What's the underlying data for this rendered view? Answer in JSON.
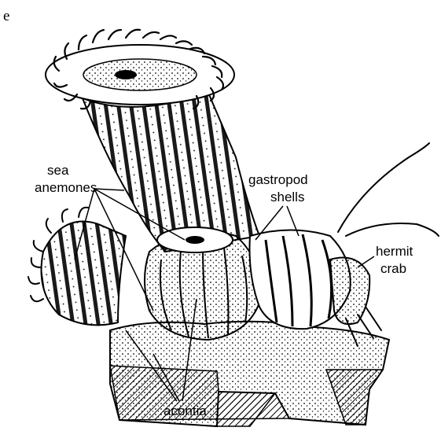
{
  "figure": {
    "corner_text": "e",
    "labels": {
      "sea_anemones_line1": "sea",
      "sea_anemones_line2": "anemones",
      "gastropod_line1": "gastropod",
      "gastropod_line2": "shells",
      "hermit_line1": "hermit",
      "hermit_line2": "crab",
      "acontia": "acontia"
    }
  }
}
